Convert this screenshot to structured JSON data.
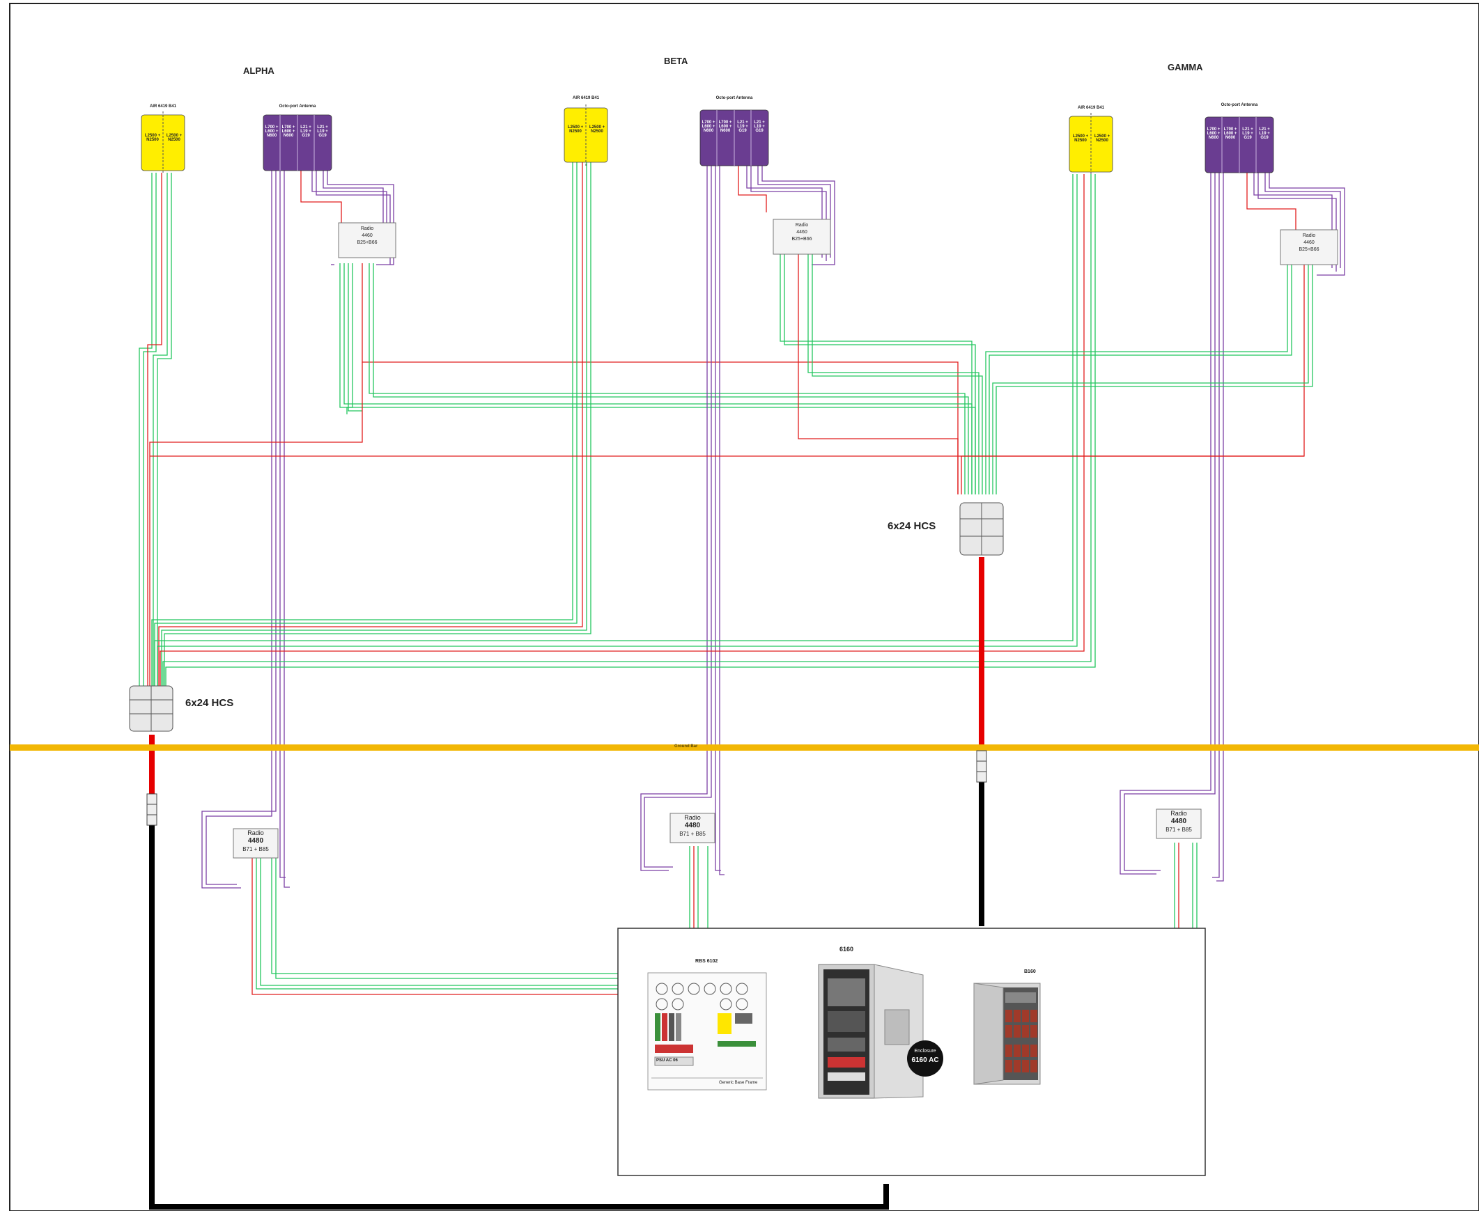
{
  "sectors": {
    "alpha": "ALPHA",
    "beta": "BETA",
    "gamma": "GAMMA"
  },
  "air_antennas": [
    {
      "title": "AIR 6419 B41",
      "cells": [
        "L2500 + N2500",
        "L2500 + N2500"
      ]
    },
    {
      "title": "AIR 6419 B41",
      "cells": [
        "L2500 + N2500",
        "L2500 + N2500"
      ]
    },
    {
      "title": "AIR 6419 B41",
      "cells": [
        "L2500 + N2500",
        "L2500 + N2500"
      ]
    }
  ],
  "octo_antennas": [
    {
      "title": "Octo-port Antenna",
      "ports": [
        "L700 + L600 + N600",
        "L700 + L600 + N600",
        "L21 + L19 + G19",
        "L21 + L19 + G19"
      ]
    },
    {
      "title": "Octo-port Antenna",
      "ports": [
        "L700 + L600 + N600",
        "L700 + L600 + N600",
        "L21 + L19 + G19",
        "L21 + L19 + G19"
      ]
    },
    {
      "title": "Octo-port Antenna",
      "ports": [
        "L700 + L600 + N600",
        "L700 + L600 + N600",
        "L21 + L19 + G19",
        "L21 + L19 + G19"
      ]
    }
  ],
  "radio_4460": {
    "line1": "Radio",
    "line2": "4460",
    "line3": "B25+B66"
  },
  "radio_4480": {
    "line1": "Radio",
    "line2": "4480",
    "line3": "B71 + B85"
  },
  "hcs": {
    "label": "6x24 HCS"
  },
  "ground_bar": {
    "label": "Ground Bar"
  },
  "equipment": {
    "rbs_title": "RBS 6102",
    "rbs_psu": "PSU AC 06",
    "rbs_footer": "Generic Base Frame",
    "enclosure_title": "6160",
    "enclosure_badge_line1": "Enclosure",
    "enclosure_badge_line2": "6160 AC",
    "battery_title": "B160"
  },
  "colors": {
    "purple": "#6a3d91",
    "yellow": "#ffee00",
    "green": "#22c55e",
    "red": "#e11d1d",
    "ground_bar": "#f2b705",
    "trunk_red": "#e60000",
    "trunk_black": "#000000"
  }
}
